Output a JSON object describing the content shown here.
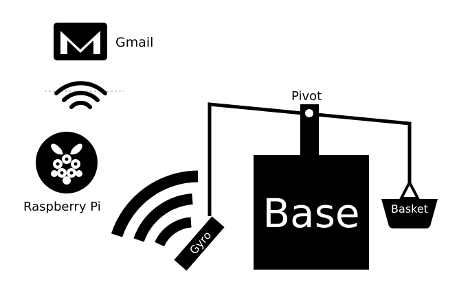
{
  "labels": {
    "gmail": "Gmail",
    "pivot": "Pivot",
    "raspberry_pi": "Raspberry Pi",
    "base": "Base",
    "basket": "Basket",
    "gyro": "Gyro"
  },
  "icons": {
    "gmail": "envelope-icon",
    "wifi_small": "wifi-icon",
    "raspberry_pi": "raspberry-icon",
    "wifi_large": "wifi-signal-icon"
  },
  "colors": {
    "ink": "#000000",
    "paper": "#ffffff"
  }
}
